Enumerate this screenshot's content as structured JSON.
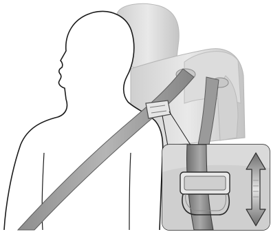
{
  "illustration": {
    "subject": "seat-belt-height-adjuster",
    "elements": [
      "occupant-silhouette",
      "seat-headrest",
      "seat-belt-strap",
      "belt-guide-clip",
      "detail-inset",
      "adjustment-arrow-icon"
    ]
  }
}
